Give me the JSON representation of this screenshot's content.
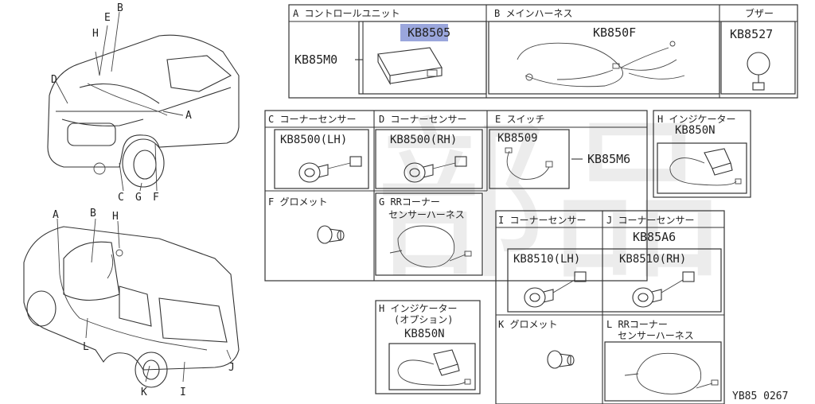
{
  "watermark": "部品",
  "diagram_code": "YB85 0267",
  "left_views": {
    "front_view_letters": [
      "B",
      "E",
      "H",
      "D",
      "A",
      "C",
      "G",
      "F"
    ],
    "rear_view_letters": [
      "A",
      "B",
      "H",
      "L",
      "K",
      "I",
      "J"
    ]
  },
  "panel_top": {
    "A": {
      "header": "A コントロールユニット",
      "part": "KB8505",
      "assembly": "KB85M0"
    },
    "B": {
      "header": "B メインハーネス",
      "part": "KB850F"
    },
    "buzzer": {
      "header": "ブザー",
      "part": "KB8527"
    }
  },
  "panel_mid": {
    "C": {
      "header": "C コーナーセンサー",
      "part": "KB8500(LH)"
    },
    "D": {
      "header": "D コーナーセンサー",
      "part": "KB8500(RH)"
    },
    "E": {
      "header": "E スイッチ",
      "part": "KB8509"
    },
    "assembly": "KB85M6",
    "F": {
      "header": "F グロメット"
    },
    "G": {
      "header_line1": "G RRコーナー",
      "header_line2": "センサーハーネス"
    }
  },
  "panel_indicator_1": {
    "header": "H インジケーター",
    "part": "KB850N"
  },
  "panel_indicator_2": {
    "header_line1": "H インジケーター",
    "header_line2": "(オプション)",
    "part": "KB850N"
  },
  "panel_bottom": {
    "I": {
      "header": "I コーナーセンサー",
      "part": "KB8510(LH)"
    },
    "J": {
      "header": "J コーナーセンサー",
      "part": "KB8510(RH)"
    },
    "assembly": "KB85A6",
    "K": {
      "header": "K グロメット"
    },
    "L": {
      "header_line1": "L RRコーナー",
      "header_line2": "センサーハーネス"
    }
  }
}
